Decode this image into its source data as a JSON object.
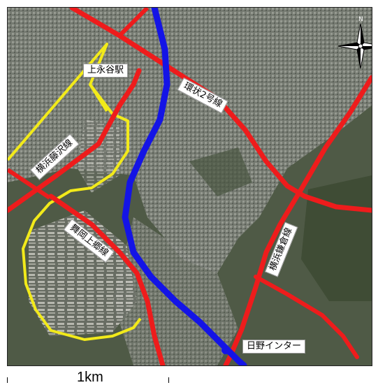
{
  "map": {
    "labels": {
      "station": "上永谷駅",
      "kanjo2": "環状2号線",
      "yokohama_fujisawa": "横浜藤沢線",
      "maioka_kamigo": "舞岡上郷線",
      "yokohama_kamakura": "横浜鎌倉線",
      "hino_ic": "日野インター"
    },
    "compass": {
      "north": "N"
    },
    "scale_bar": {
      "label": "1km"
    },
    "colors": {
      "road": "#ee1c1c",
      "expressway": "#1414e6",
      "boundary": "#f2ea1a",
      "terrain": "#4c5248",
      "urban": "#8a8d86"
    }
  }
}
